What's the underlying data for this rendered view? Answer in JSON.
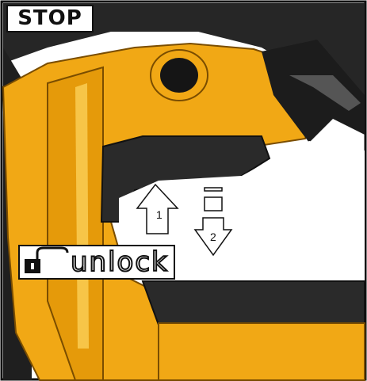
{
  "stop_label": "STOP",
  "unlock_label": "unlock",
  "steps": {
    "step1": "1",
    "step2": "2"
  },
  "colors": {
    "body_yellow": "#f1a815",
    "dark_grip": "#2a2a2a",
    "outline": "#111111"
  },
  "icons": {
    "lock": "padlock-open-icon",
    "up": "arrow-up-icon",
    "down": "arrow-down-icon"
  }
}
